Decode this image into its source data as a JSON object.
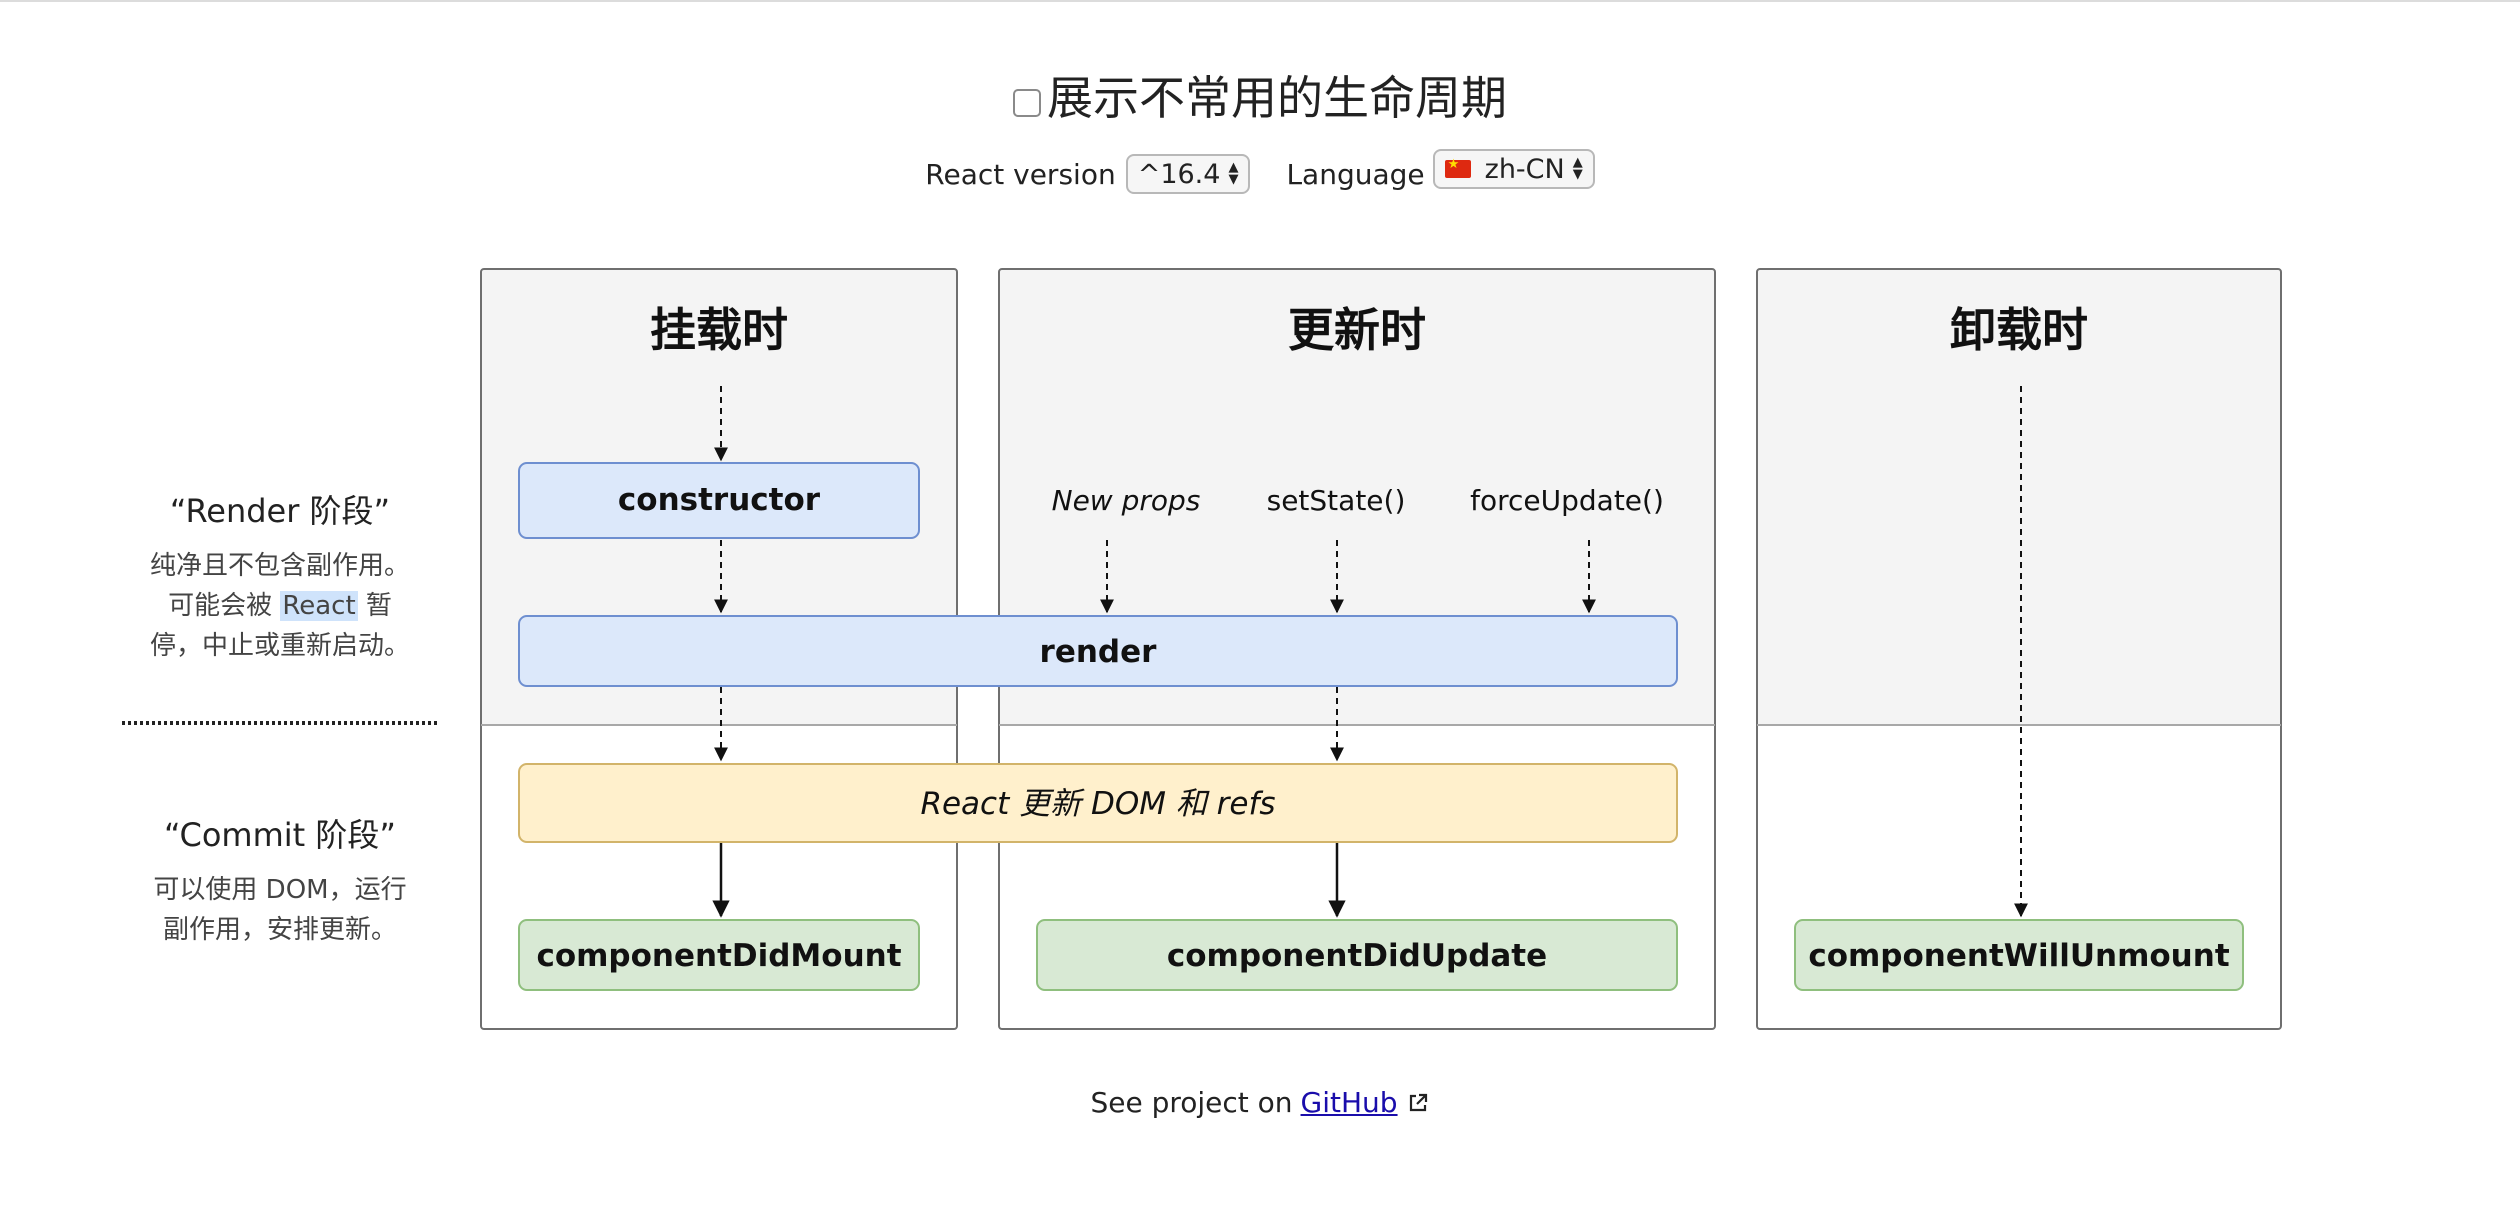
{
  "header": {
    "uncommon_label": "展示不常用的生命周期",
    "version_label": "React version",
    "version_value": "^16.4",
    "language_label": "Language",
    "language_value": "zh-CN"
  },
  "phases": {
    "render": {
      "title": "“Render 阶段”",
      "desc_line1": "纯净且不包含副作用。",
      "desc_line2_pre": "可能会被 ",
      "desc_line2_hl": "React",
      "desc_line2_post": " 暂",
      "desc_line3": "停，中止或重新启动。"
    },
    "commit": {
      "title": "“Commit 阶段”",
      "desc_line1": "可以使用 DOM，运行",
      "desc_line2": "副作用，安排更新。"
    }
  },
  "columns": {
    "mounting": "挂载时",
    "updating": "更新时",
    "unmounting": "卸载时"
  },
  "triggers": {
    "new_props": "New props",
    "set_state": "setState()",
    "force_update": "forceUpdate()"
  },
  "methods": {
    "constructor": "constructor",
    "render": "render",
    "react_updates": "React 更新 DOM 和 refs",
    "did_mount": "componentDidMount",
    "did_update": "componentDidUpdate",
    "will_unmount": "componentWillUnmount"
  },
  "footer": {
    "prefix": "See project on",
    "link": "GitHub"
  },
  "colors": {
    "panel_bg": "#f4f4f4",
    "panel_border": "#6f6f6f",
    "blue_box": "#dce8fa",
    "blue_border": "#6e8fd0",
    "yellow_box": "#fff0cc",
    "yellow_border": "#d2b46a",
    "green_box": "#d8e9d4",
    "green_border": "#8fbf7e"
  }
}
